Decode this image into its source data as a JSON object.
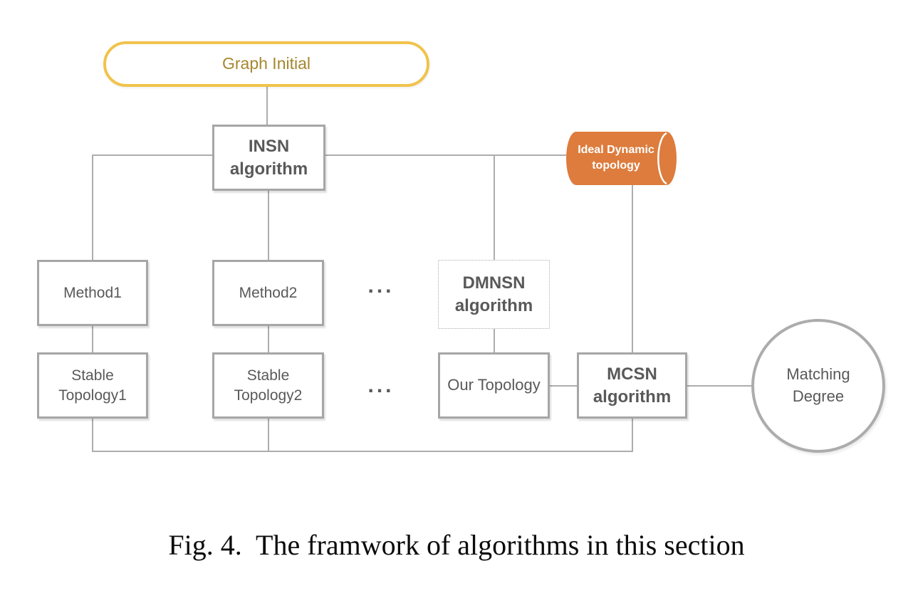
{
  "figure": {
    "caption": "Fig. 4.  The framwork of algorithms in this section",
    "nodes": {
      "graph_initial": {
        "label": "Graph Initial"
      },
      "insn": {
        "line1": "INSN",
        "line2": "algorithm"
      },
      "ideal_dynamic_topology": {
        "line1": "Ideal Dynamic",
        "line2": "topology"
      },
      "method1": {
        "label": "Method1"
      },
      "method2": {
        "label": "Method2"
      },
      "ellipsis_methods": {
        "label": "..."
      },
      "dmnsn": {
        "line1": "DMNSN",
        "line2": "algorithm"
      },
      "stable_topology1": {
        "line1": "Stable",
        "line2": "Topology1"
      },
      "stable_topology2": {
        "line1": "Stable",
        "line2": "Topology2"
      },
      "ellipsis_topologies": {
        "label": "..."
      },
      "our_topology": {
        "label": "Our Topology"
      },
      "mcsn": {
        "line1": "MCSN",
        "line2": "algorithm"
      },
      "matching_degree": {
        "line1": "Matching",
        "line2": "Degree"
      }
    },
    "colors": {
      "pill_border": "#F0C34C",
      "pill_text": "#A6872F",
      "cylinder_fill": "#DD7C3D",
      "cylinder_text": "#FFFFFF",
      "box_border": "#A6A6A6",
      "dotted_border": "#AFAFAF",
      "connector_line": "#ADADAD",
      "node_text": "#595959",
      "caption_text": "#0B0B0B",
      "background": "#FFFFFF"
    }
  }
}
